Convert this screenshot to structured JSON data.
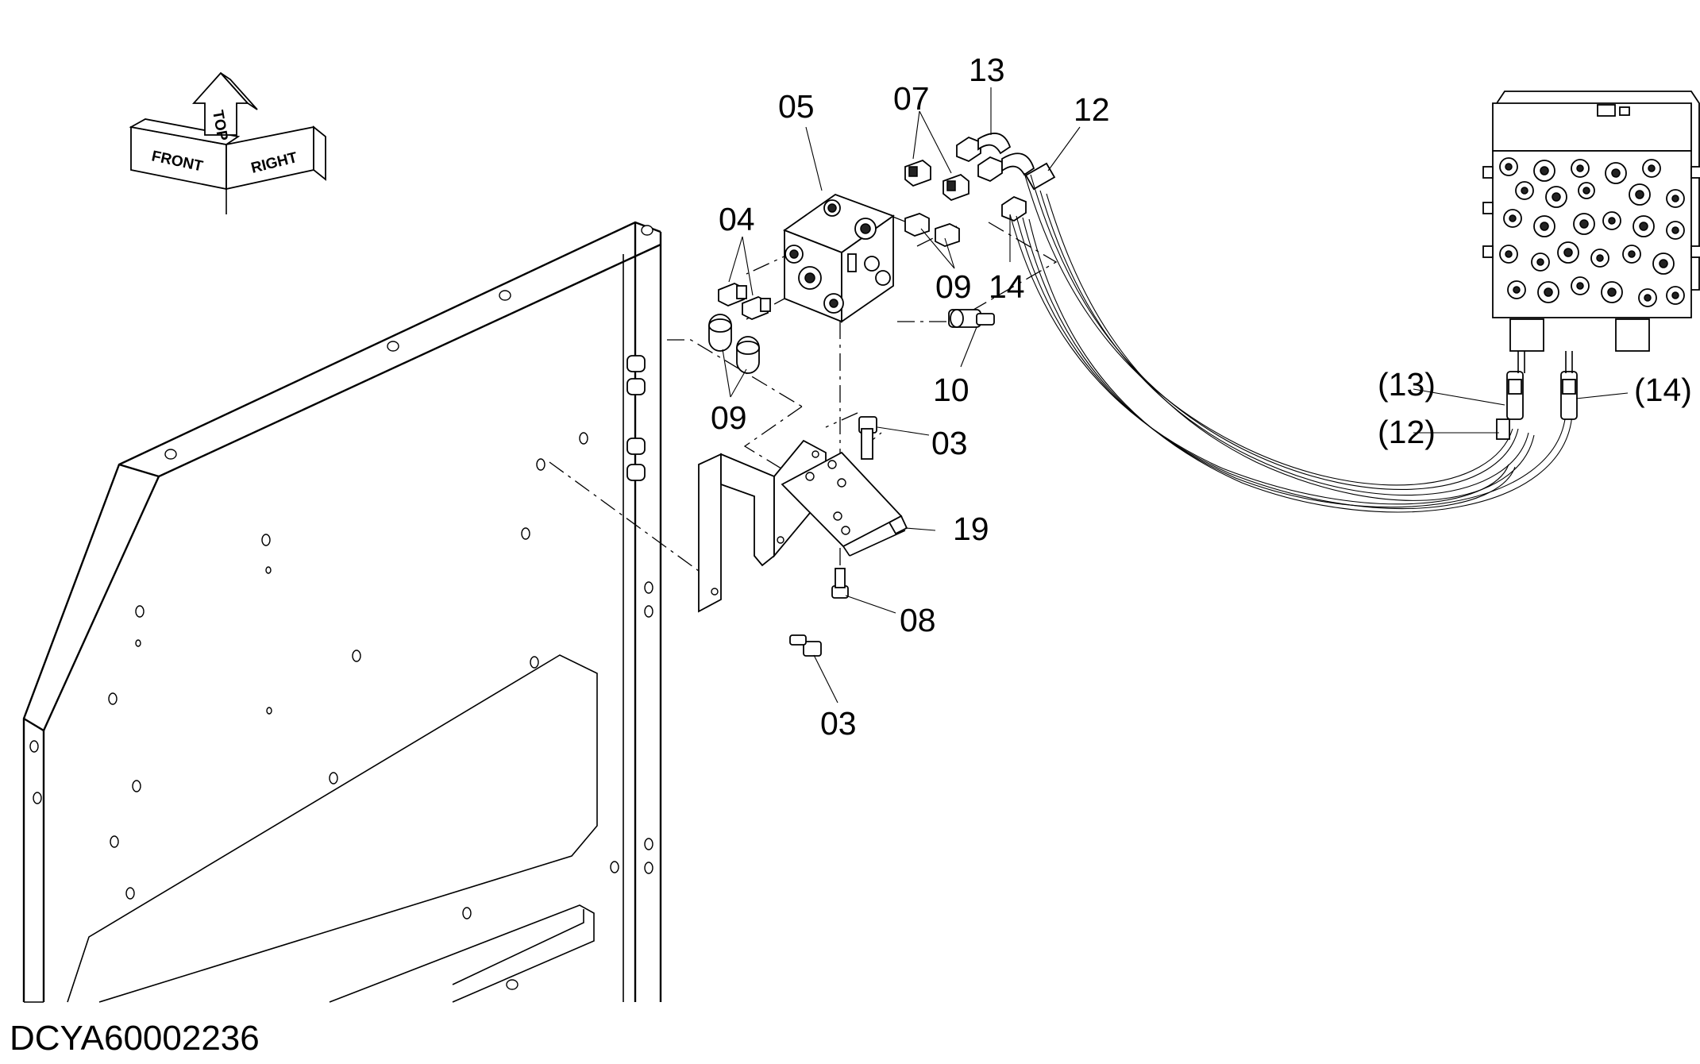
{
  "diagram": {
    "orientation": {
      "front_label": "FRONT",
      "top_label": "TOP",
      "right_label": "RIGHT"
    },
    "part_labels": {
      "p05": "05",
      "p07": "07",
      "p13": "13",
      "p12": "12",
      "p04": "04",
      "p09_upper": "09",
      "p14": "14",
      "p09_lower": "09",
      "p10": "10",
      "p03_upper": "03",
      "p19": "19",
      "p08": "08",
      "p03_lower": "03",
      "p13_ref": "(13)",
      "p12_ref": "(12)",
      "p14_ref": "(14)"
    },
    "drawing_code": "DCYA60002236"
  }
}
